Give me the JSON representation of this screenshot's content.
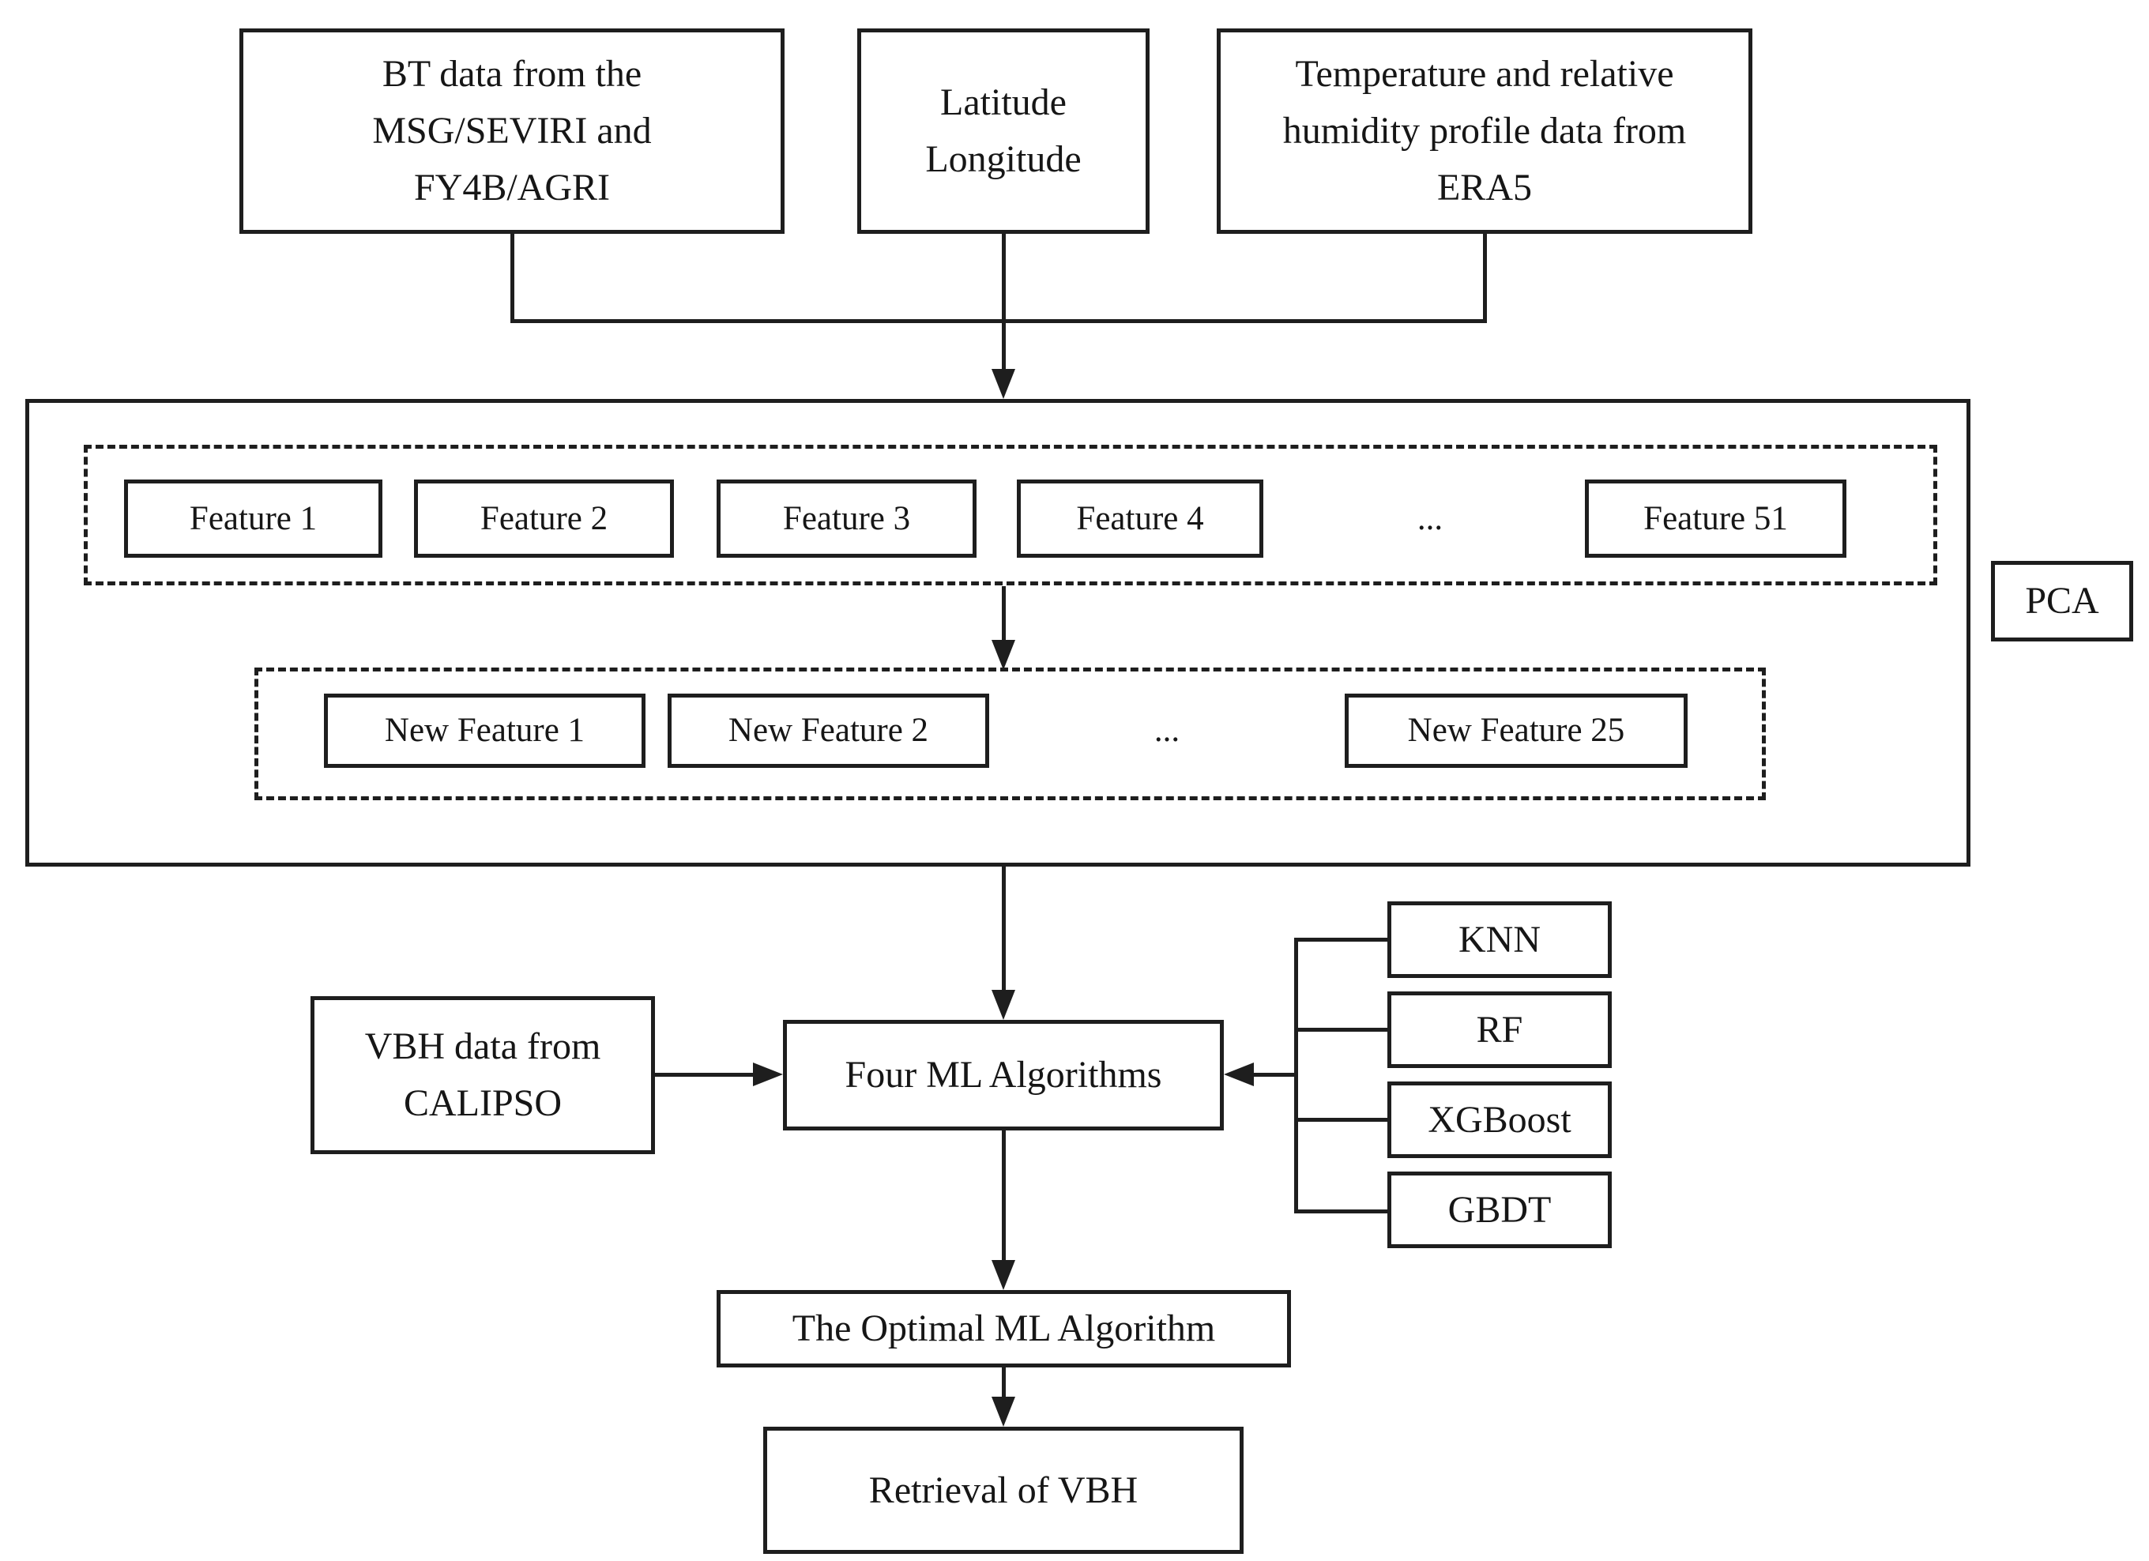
{
  "figure": {
    "background": "#ffffff",
    "line": "#1e1e1e",
    "text": "#161616"
  },
  "nodes": {
    "bt": "BT data from the\nMSG/SEVIRI and\nFY4B/AGRI",
    "latlon": "Latitude\nLongitude",
    "era5": "Temperature and relative\nhumidity profile data from\nERA5",
    "features": [
      "Feature 1",
      "Feature 2",
      "Feature 3",
      "Feature 4",
      "...",
      "Feature 51"
    ],
    "new_features": [
      "New Feature 1",
      "New Feature 2",
      "...",
      "New Feature 25"
    ],
    "pca": "PCA",
    "vbh": "VBH data from\nCALIPSO",
    "four_ml": "Four ML Algorithms",
    "algorithms": [
      "KNN",
      "RF",
      "XGBoost",
      "GBDT"
    ],
    "optimal": "The Optimal ML Algorithm",
    "retrieval": "Retrieval of VBH"
  }
}
